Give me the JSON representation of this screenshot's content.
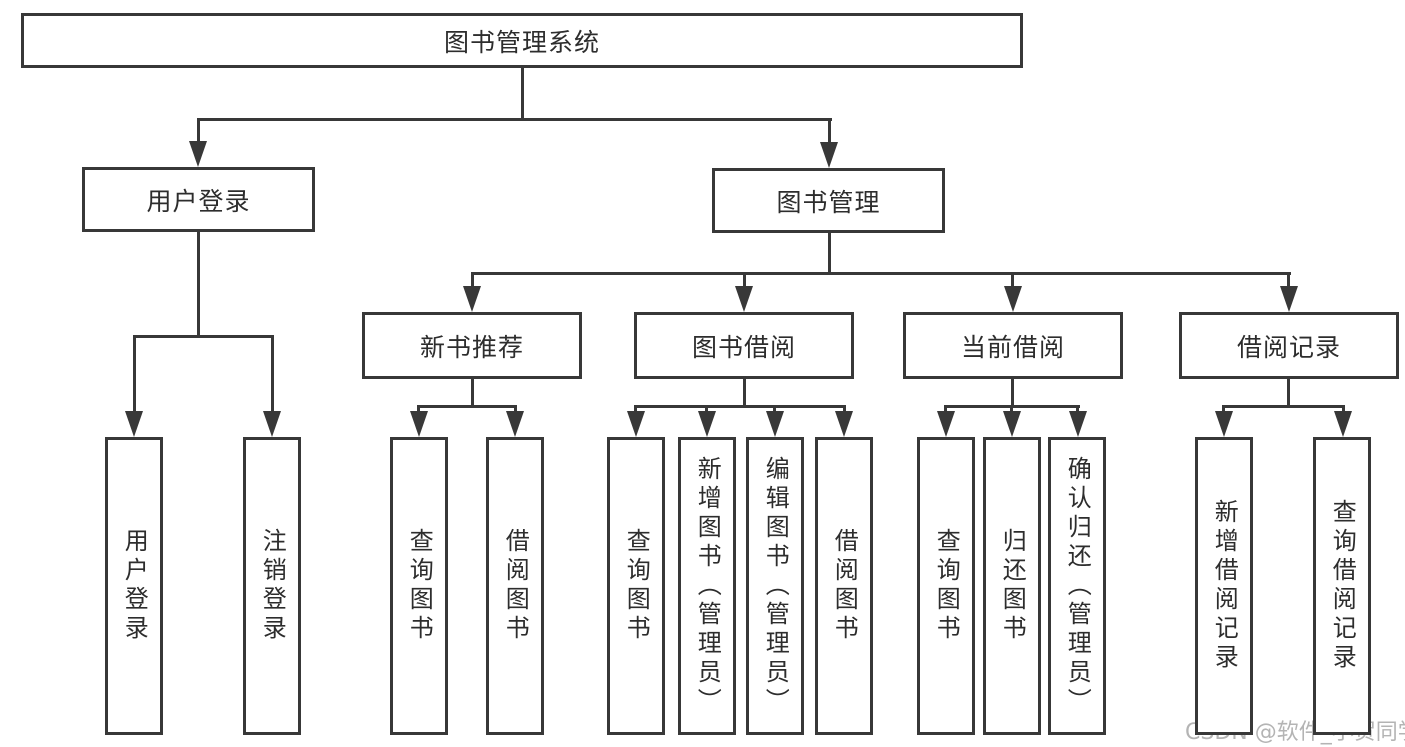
{
  "colors": {
    "line": "#383838",
    "text": "#2d2d2d",
    "box_background": "#ffffff",
    "page_background": "#ffffff",
    "watermark": "#b4b4b4"
  },
  "watermark": {
    "text": "CSDN @软件_小贺同学"
  },
  "diagram": {
    "type": "hierarchy-tree",
    "title": "图书管理系统",
    "nodes": [
      {
        "id": "root",
        "label": "图书管理系统",
        "level": 1,
        "parent": null,
        "orientation": "horizontal"
      },
      {
        "id": "login",
        "label": "用户登录",
        "level": 2,
        "parent": "root",
        "orientation": "horizontal"
      },
      {
        "id": "mgmt",
        "label": "图书管理",
        "level": 2,
        "parent": "root",
        "orientation": "horizontal"
      },
      {
        "id": "newbook",
        "label": "新书推荐",
        "level": 3,
        "parent": "mgmt",
        "orientation": "horizontal"
      },
      {
        "id": "borrow",
        "label": "图书借阅",
        "level": 3,
        "parent": "mgmt",
        "orientation": "horizontal"
      },
      {
        "id": "current",
        "label": "当前借阅",
        "level": 3,
        "parent": "mgmt",
        "orientation": "horizontal"
      },
      {
        "id": "record",
        "label": "借阅记录",
        "level": 3,
        "parent": "mgmt",
        "orientation": "horizontal"
      },
      {
        "id": "login-user",
        "label": "用户登录",
        "level": 4,
        "parent": "login",
        "orientation": "vertical"
      },
      {
        "id": "login-logout",
        "label": "注销登录",
        "level": 4,
        "parent": "login",
        "orientation": "vertical"
      },
      {
        "id": "newbook-query",
        "label": "查询图书",
        "level": 4,
        "parent": "newbook",
        "orientation": "vertical"
      },
      {
        "id": "newbook-borrow",
        "label": "借阅图书",
        "level": 4,
        "parent": "newbook",
        "orientation": "vertical"
      },
      {
        "id": "borrow-query",
        "label": "查询图书",
        "level": 4,
        "parent": "borrow",
        "orientation": "vertical"
      },
      {
        "id": "borrow-add",
        "label": "新增图书（管理员）",
        "level": 4,
        "parent": "borrow",
        "orientation": "vertical"
      },
      {
        "id": "borrow-edit",
        "label": "编辑图书（管理员）",
        "level": 4,
        "parent": "borrow",
        "orientation": "vertical"
      },
      {
        "id": "borrow-borrow",
        "label": "借阅图书",
        "level": 4,
        "parent": "borrow",
        "orientation": "vertical"
      },
      {
        "id": "current-query",
        "label": "查询图书",
        "level": 4,
        "parent": "current",
        "orientation": "vertical"
      },
      {
        "id": "current-return",
        "label": "归还图书",
        "level": 4,
        "parent": "current",
        "orientation": "vertical"
      },
      {
        "id": "current-confirm",
        "label": "确认归还（管理员）",
        "level": 4,
        "parent": "current",
        "orientation": "vertical"
      },
      {
        "id": "record-add",
        "label": "新增借阅记录",
        "level": 4,
        "parent": "record",
        "orientation": "vertical"
      },
      {
        "id": "record-query",
        "label": "查询借阅记录",
        "level": 4,
        "parent": "record",
        "orientation": "vertical"
      }
    ]
  }
}
